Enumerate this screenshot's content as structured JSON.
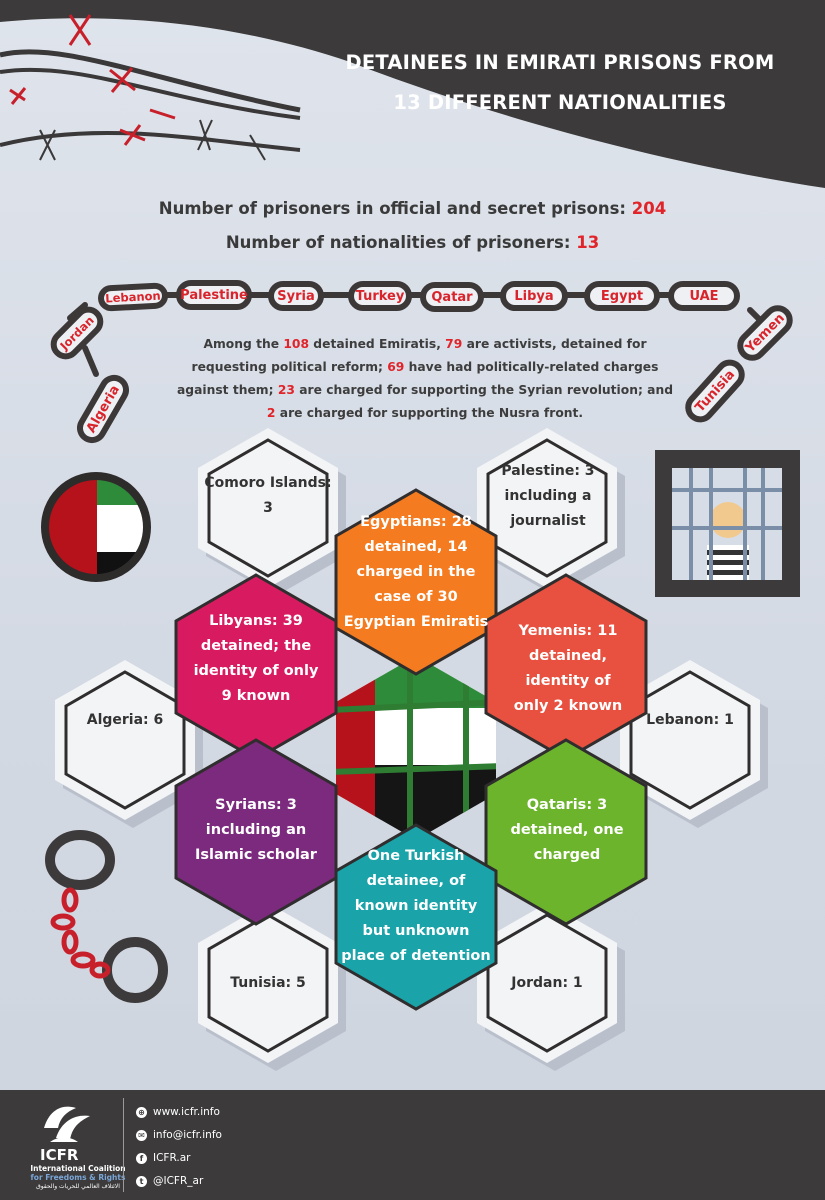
{
  "header": {
    "title_line1": "DETAINEES IN EMIRATI PRISONS FROM",
    "title_line2": "13 DIFFERENT NATIONALITIES"
  },
  "stats": {
    "prisoners_label": "Number of prisoners in official and secret prisons:",
    "prisoners_value": "204",
    "nationalities_label": "Number of nationalities of prisoners:",
    "nationalities_value": "13"
  },
  "chain_links": [
    "Lebanon",
    "Palestine",
    "Syria",
    "Turkey",
    "Qatar",
    "Libya",
    "Egypt",
    "UAE",
    "Jordan",
    "Algeria",
    "Yemen",
    "Tunisia"
  ],
  "emiratis_paragraph": {
    "p1": "Among the ",
    "n1": "108",
    "p2": " detained Emiratis, ",
    "n2": "79",
    "p3": " are activists, detained for requesting political reform; ",
    "n3": "69",
    "p4": " have had politically-related charges against them; ",
    "n4": "23",
    "p5": " are charged for supporting the Syrian revolution; and ",
    "n5": "2",
    "p6": " are charged for supporting the Nusra front."
  },
  "white_hexes": {
    "comoro": "Comoro Islands: 3",
    "palestine": "Palestine: 3 including a journalist",
    "algeria": "Algeria: 6",
    "lebanon": "Lebanon: 1",
    "tunisia": "Tunisia: 5",
    "jordan": "Jordan: 1"
  },
  "colored_hexes": {
    "egyptians": "Egyptians: 28 detained, 14 charged in the case of 30 Egyptian Emiratis",
    "libyans": "Libyans: 39 detained; the identity of only 9 known",
    "yemenis": "Yemenis: 11 detained, identity of only 2 known",
    "syrians": "Syrians: 3 including an Islamic scholar",
    "qataris": "Qataris: 3 detained, one charged",
    "turkish": "One Turkish detainee, of known identity but unknown place of detention"
  },
  "colors": {
    "egypt": "#f47b20",
    "libya": "#d81b60",
    "yemen": "#e8503f",
    "syria": "#7b2a7e",
    "qatar": "#6cb42c",
    "turkey": "#1aa3a8",
    "accent_red": "#e0242a",
    "dark": "#3c3a3a"
  },
  "footer": {
    "org_short": "ICFR",
    "org_line1": "International Coalition",
    "org_line2": "for Freedoms & Rights",
    "org_arabic": "الائتلاف العالمي للحريات والحقوق",
    "website": "www.icfr.info",
    "email": "info@icfr.info",
    "facebook": "ICFR.ar",
    "twitter": "@ICFR_ar"
  }
}
